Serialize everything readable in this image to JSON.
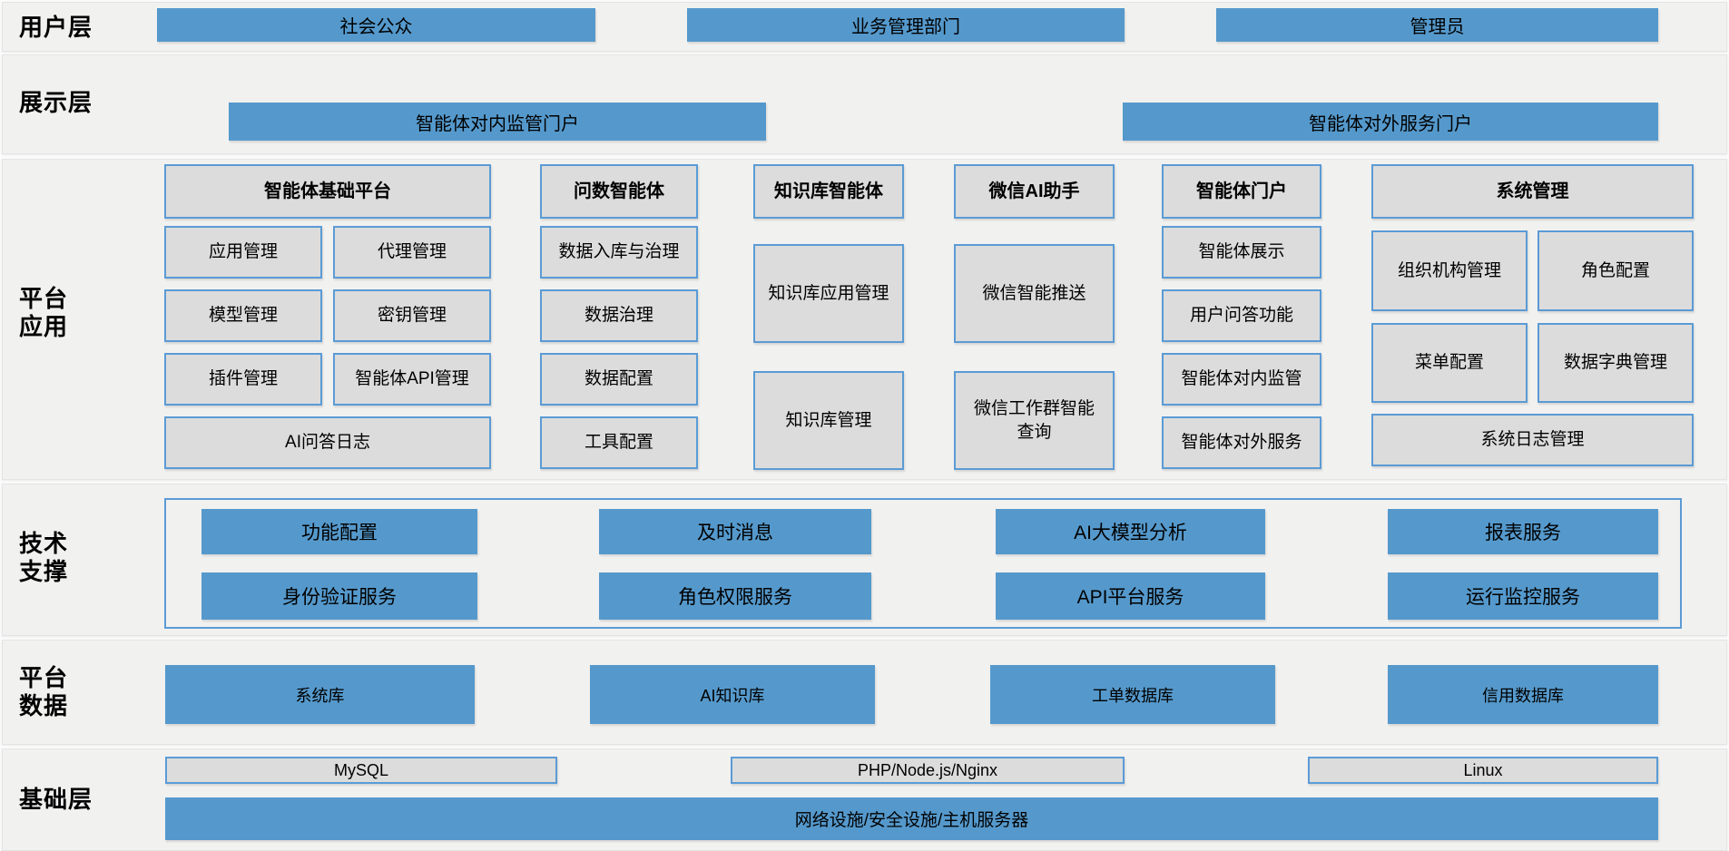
{
  "colors": {
    "accent_blue": "#5599cc",
    "border_blue": "#5b9bd5",
    "box_gray": "#dcdcdc",
    "band_bg": "#f1f1f0"
  },
  "layers": {
    "user": {
      "label": "用户层",
      "boxes": [
        "社会公众",
        "业务管理部门",
        "管理员"
      ]
    },
    "display": {
      "label": "展示层",
      "boxes": [
        "智能体对内监管门户",
        "智能体对外服务门户"
      ]
    },
    "platform_app": {
      "label_lines": [
        "平台",
        "应用"
      ],
      "groups": [
        {
          "header": "智能体基础平台",
          "items": [
            "应用管理",
            "代理管理",
            "模型管理",
            "密钥管理",
            "插件管理",
            "智能体API管理",
            "AI问答日志"
          ]
        },
        {
          "header": "问数智能体",
          "items": [
            "数据入库与治理",
            "数据治理",
            "数据配置",
            "工具配置"
          ]
        },
        {
          "header": "知识库智能体",
          "items": [
            "知识库应用管理",
            "知识库管理"
          ]
        },
        {
          "header": "微信AI助手",
          "items": [
            "微信智能推送",
            "微信工作群智能查询"
          ]
        },
        {
          "header": "智能体门户",
          "items": [
            "智能体展示",
            "用户问答功能",
            "智能体对内监管",
            "智能体对外服务"
          ]
        },
        {
          "header": "系统管理",
          "items": [
            "组织机构管理",
            "角色配置",
            "菜单配置",
            "数据字典管理",
            "系统日志管理"
          ]
        }
      ]
    },
    "tech_support": {
      "label_lines": [
        "技术",
        "支撑"
      ],
      "row1": [
        "功能配置",
        "及时消息",
        "AI大模型分析",
        "报表服务"
      ],
      "row2": [
        "身份验证服务",
        "角色权限服务",
        "API平台服务",
        "运行监控服务"
      ]
    },
    "platform_data": {
      "label_lines": [
        "平台",
        "数据"
      ],
      "boxes": [
        "系统库",
        "AI知识库",
        "工单数据库",
        "信用数据库"
      ]
    },
    "infrastructure": {
      "label": "基础层",
      "tech_boxes": [
        "MySQL",
        "PHP/Node.js/Nginx",
        "Linux"
      ],
      "base_box": "网络设施/安全设施/主机服务器"
    }
  }
}
